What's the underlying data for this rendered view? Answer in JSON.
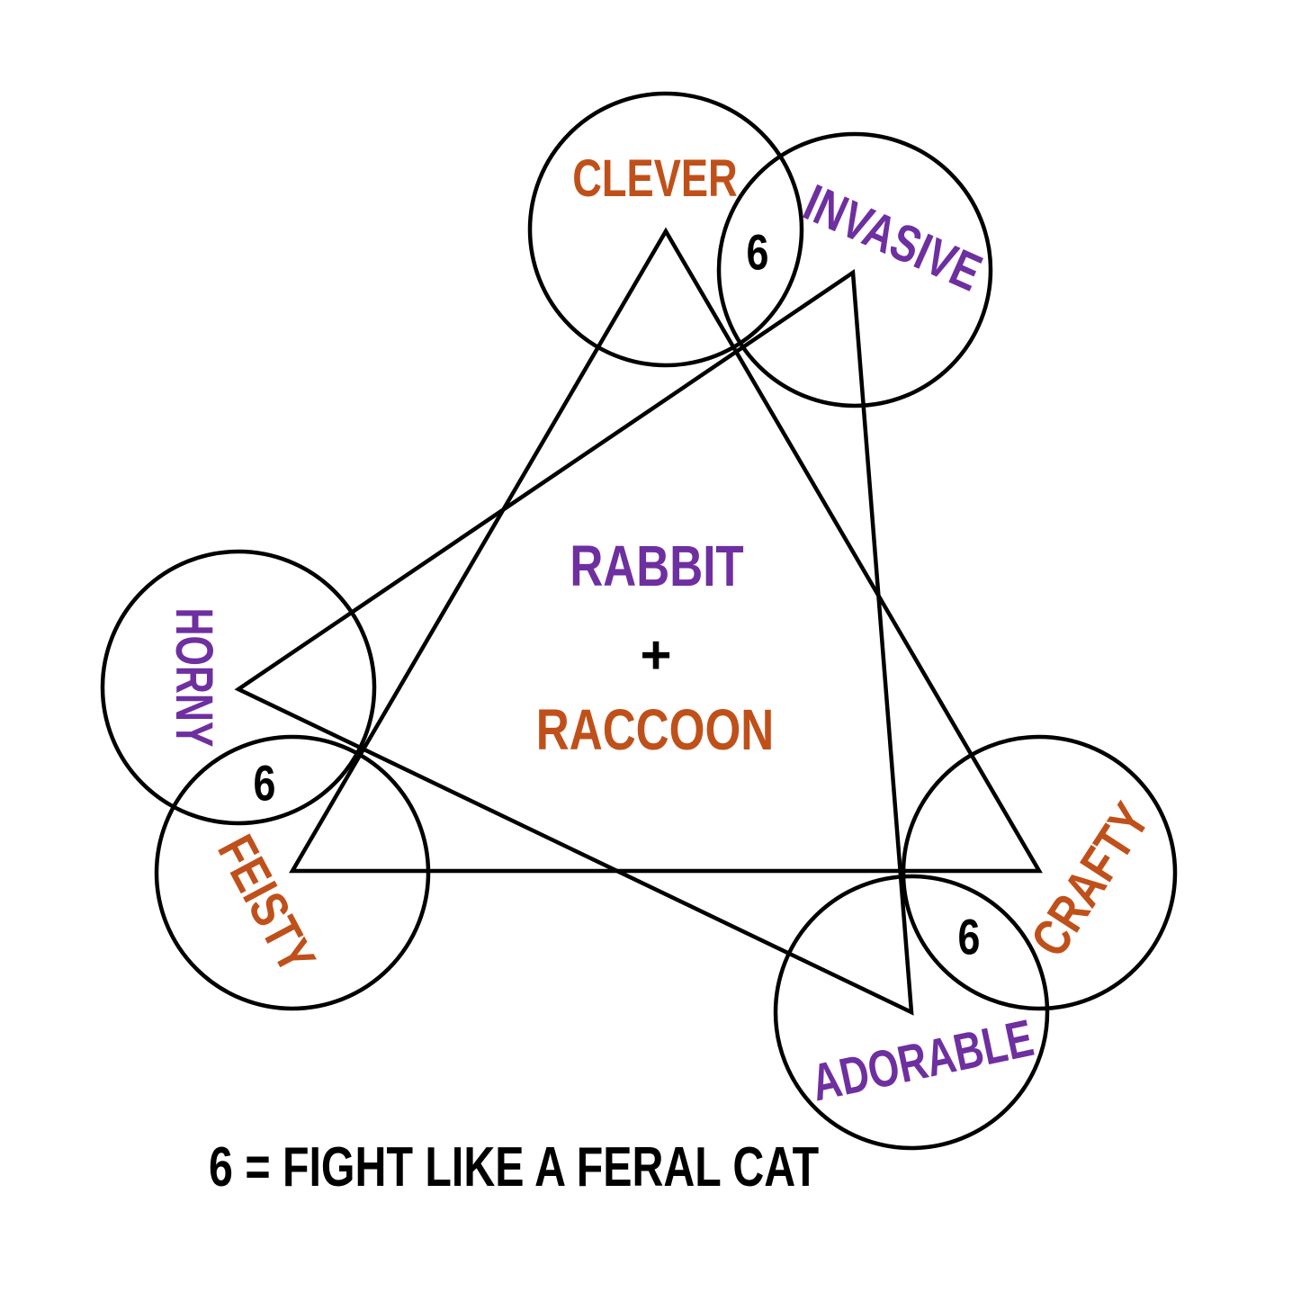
{
  "colors": {
    "orange": "#c0501a",
    "purple": "#6e2fa0",
    "black": "#000000"
  },
  "center": {
    "line1": "RABBIT",
    "plus": "+",
    "line2": "RACCOON"
  },
  "circles": {
    "clever": "CLEVER",
    "invasive": "INVASIVE",
    "horny": "HORNY",
    "feisty": "FEISTY",
    "crafty": "CRAFTY",
    "adorable": "ADORABLE"
  },
  "overlaps": {
    "top": "6",
    "left": "6",
    "right": "6"
  },
  "legend": "6 = FIGHT LIKE A FERAL CAT"
}
